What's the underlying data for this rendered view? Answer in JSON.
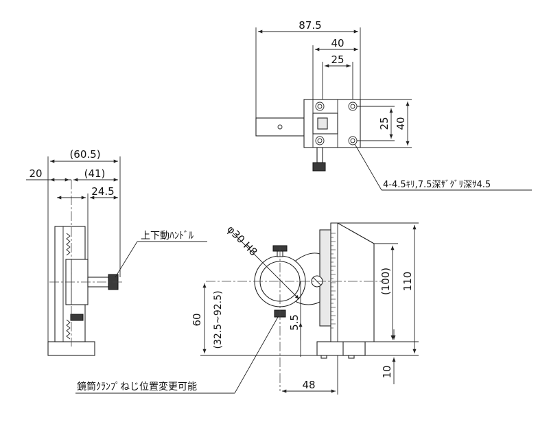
{
  "top_view": {
    "dim_total": "87.5",
    "dim_40_width": "40",
    "dim_25_width": "25",
    "dim_25_height": "25",
    "dim_40_height": "40",
    "hole_note": "4-4.5ｷﾘ,7.5深ｻﾞｸﾞﾘ深ｻ4.5"
  },
  "side_view": {
    "dim_60_5": "(60.5)",
    "dim_20": "20",
    "dim_41": "(41)",
    "dim_24_5": "24.5",
    "handle_label": "上下動ﾊﾝﾄﾞﾙ"
  },
  "front_view": {
    "bore_label": "φ30 H8",
    "dim_60": "60",
    "dim_range": "(32.5~92.5)",
    "dim_5_5": "5.5",
    "dim_100": "(100)",
    "dim_110": "110",
    "dim_10": "10",
    "dim_48": "48",
    "clamp_label": "鏡筒ｸﾗﾝﾌﾟねじ位置変更可能"
  }
}
